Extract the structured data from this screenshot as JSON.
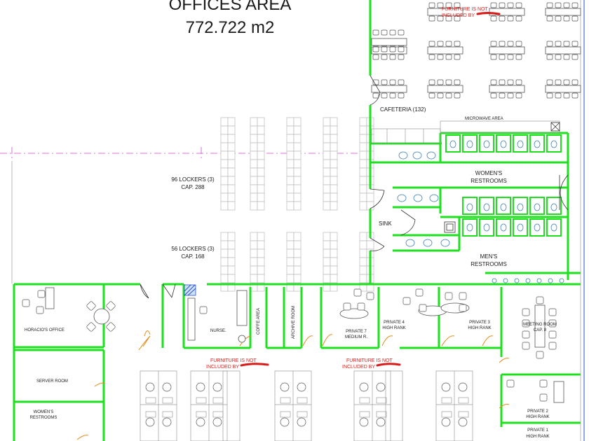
{
  "title": {
    "line1": "OFFICES AREA",
    "line2": "772.722 m2"
  },
  "notes": {
    "furniture_top_1": "FURNITURE IS NOT",
    "furniture_top_2": "INCLUDED BY",
    "furniture_left_1": "FURNITURE IS NOT",
    "furniture_left_2": "INCLUDED BY",
    "furniture_right_1": "FURNITURE IS NOT",
    "furniture_right_2": "INCLUDED BY"
  },
  "lockers": {
    "group1_line1": "96 LOCKERS (3)",
    "group1_line2": "CAP. 288",
    "group2_line1": "56 LOCKERS (3)",
    "group2_line2": "CAP. 168"
  },
  "rooms": {
    "cafeteria": "CAFETERIA (132)",
    "microwave": "MICROWAVE AREA",
    "womens_rr_1": "WOMEN'S",
    "womens_rr_2": "RESTROOMS",
    "mens_rr_1": "MEN'S",
    "mens_rr_2": "RESTROOMS",
    "sink": "SINK",
    "horacio": "HORACIO'S OFFICE",
    "nurse": "NURSE.",
    "coffe": "COFFE AREA",
    "archive": "ARCHIVE ROOM",
    "private7_1": "PRIVATE 7",
    "private7_2": "MEDIUM R.",
    "private4_1": "PRIVATE 4",
    "private4_2": "HIGH RANK",
    "private3_1": "PRIVATE 3",
    "private3_2": "HIGH RANK",
    "meeting_1": "MEETING ROOM",
    "meeting_2": "CAP. 8",
    "server": "SERVER ROOM",
    "womens_small_1": "WOMEN'S",
    "womens_small_2": "RESTROOMS",
    "private2_1": "PRIVATE 2",
    "private2_2": "HIGH RANK",
    "private1_1": "PRIVATE 1",
    "private1_2": "HIGH RANK"
  },
  "colors": {
    "wall": "#1ee01e",
    "door": "#e58b1e",
    "note": "#e0201c",
    "axis": "#d24ad2",
    "fixture": "#3a7fb8"
  }
}
